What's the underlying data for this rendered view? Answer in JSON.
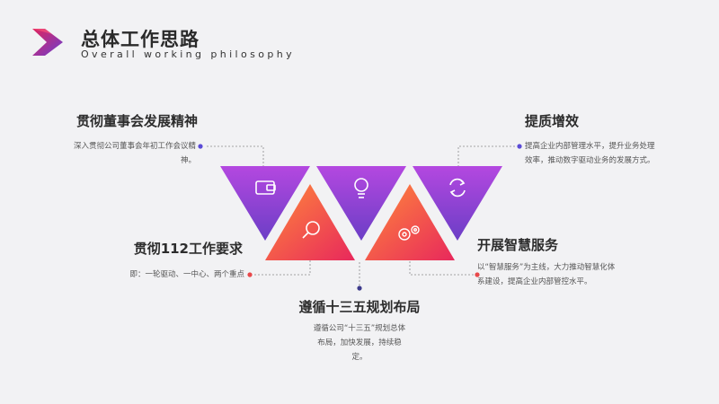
{
  "header": {
    "title": "总体工作思路",
    "subtitle": "Overall working philosophy"
  },
  "items": [
    {
      "heading": "贯彻董事会发展精神",
      "desc": "深入贯彻公司董事会年初工作会议精神。",
      "icon": "wallet-icon",
      "dot_color": "#5b4bd6"
    },
    {
      "heading": "提质增效",
      "desc": "提高企业内部管理水平，提升业务处理效率，推动数字驱动业务的发展方式。",
      "icon": "refresh-icon",
      "dot_color": "#5b4bd6"
    },
    {
      "heading": "贯彻112工作要求",
      "desc": "即：一轮驱动、一中心、两个重点",
      "icon": "search-icon",
      "dot_color": "#e8484a"
    },
    {
      "heading": "开展智慧服务",
      "desc": "以“智慧服务”为主线，大力推动智慧化体系建设，提高企业内部管控水平。",
      "icon": "gears-icon",
      "dot_color": "#e8484a"
    },
    {
      "heading": "遵循十三五规划布局",
      "desc": "遵循公司“十三五”规划总体布局，加快发展，持续稳定。",
      "icon": "lightbulb-icon",
      "dot_color": "#3d3a8c"
    }
  ],
  "colors": {
    "purple_gradient": [
      "#b247e0",
      "#6d3fc8"
    ],
    "orange_gradient": [
      "#ff9a3c",
      "#e8285c"
    ],
    "logo": [
      "#e0245e",
      "#6a3fd0"
    ]
  }
}
